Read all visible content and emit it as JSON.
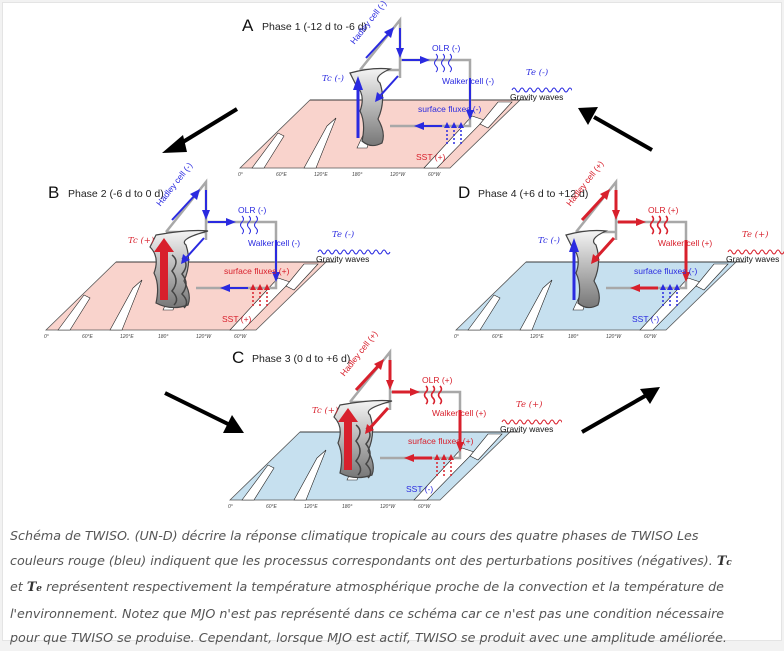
{
  "colors": {
    "positive": "#d8202c",
    "negative": "#2a2ae0",
    "warm_sst": "#f9d3cc",
    "cool_sst": "#c6e0ef",
    "cell_frame": "#a8a8a8",
    "transition_arrow": "#000000"
  },
  "panels": [
    {
      "id": "A",
      "letter": "A",
      "title": "Phase 1 (-12 d to -6 d)",
      "hadley": "Hadley cell (-)",
      "olr": "OLR (-)",
      "walker": "Walker cell (-)",
      "tc": "Tc (-)",
      "te": "Te (-)",
      "gravity": "Gravity waves",
      "fluxes": "surface fluxes (-)",
      "sst": "SST (+)",
      "signs": {
        "hadley": "neg",
        "olr": "neg",
        "walker": "neg",
        "tc": "neg",
        "te": "neg",
        "fluxes": "neg",
        "sst": "pos"
      },
      "ocean": "warm",
      "convection": "weak"
    },
    {
      "id": "B",
      "letter": "B",
      "title": "Phase 2 (-6 d to 0 d)",
      "hadley": "Hadley cell (-)",
      "olr": "OLR (-)",
      "walker": "Walker cell (-)",
      "tc": "Tc (+)",
      "te": "Te (-)",
      "gravity": "Gravity waves",
      "fluxes": "surface fluxes (+)",
      "sst": "SST (+)",
      "signs": {
        "hadley": "neg",
        "olr": "neg",
        "walker": "neg",
        "tc": "pos",
        "te": "neg",
        "fluxes": "pos",
        "sst": "pos"
      },
      "ocean": "warm",
      "convection": "strong"
    },
    {
      "id": "C",
      "letter": "C",
      "title": "Phase 3 (0 d to +6 d)",
      "hadley": "Hadley cell (+)",
      "olr": "OLR (+)",
      "walker": "Walker cell (+)",
      "tc": "Tc (+)",
      "te": "Te (+)",
      "gravity": "Gravity waves",
      "fluxes": "surface fluxes (+)",
      "sst": "SST (-)",
      "signs": {
        "hadley": "pos",
        "olr": "pos",
        "walker": "pos",
        "tc": "pos",
        "te": "pos",
        "fluxes": "pos",
        "sst": "neg"
      },
      "ocean": "cool",
      "convection": "strong"
    },
    {
      "id": "D",
      "letter": "D",
      "title": "Phase 4 (+6 d to +12 d)",
      "hadley": "Hadley cell (+)",
      "olr": "OLR (+)",
      "walker": "Walker cell (+)",
      "tc": "Tc (-)",
      "te": "Te (+)",
      "gravity": "Gravity waves",
      "fluxes": "surface fluxes (-)",
      "sst": "SST (-)",
      "signs": {
        "hadley": "pos",
        "olr": "pos",
        "walker": "pos",
        "tc": "neg",
        "te": "pos",
        "fluxes": "neg",
        "sst": "neg"
      },
      "ocean": "cool",
      "convection": "weak"
    }
  ],
  "map_ticks": [
    "0°",
    "60°E",
    "120°E",
    "180°",
    "120°W",
    "60°W"
  ],
  "transitions": [
    {
      "from": "A",
      "to": "B",
      "direction": "down-left"
    },
    {
      "from": "B",
      "to": "C",
      "direction": "down-right"
    },
    {
      "from": "C",
      "to": "D",
      "direction": "up-right"
    },
    {
      "from": "D",
      "to": "A",
      "direction": "up-left"
    }
  ],
  "caption": {
    "line1": "Schéma de TWISO. (UN-D) décrire la réponse climatique tropicale au cours des quatre phases de TWISO Les",
    "line2": "couleurs rouge (bleu) indiquent que les processus correspondants ont des perturbations positives (négatives).",
    "tc_symbol": "T",
    "tc_sub": "c",
    "line3_prefix": "et",
    "te_symbol": "T",
    "te_sub": "e",
    "line3": "représentent respectivement la température atmosphérique proche de la convection et la température de",
    "line4": "l'environnement. Notez que MJO n'est pas représenté dans ce schéma car ce n'est pas une condition nécessaire",
    "line5": "pour que TWISO se produise. Cependant, lorsque MJO est actif, TWISO se produit avec une amplitude améliorée."
  }
}
